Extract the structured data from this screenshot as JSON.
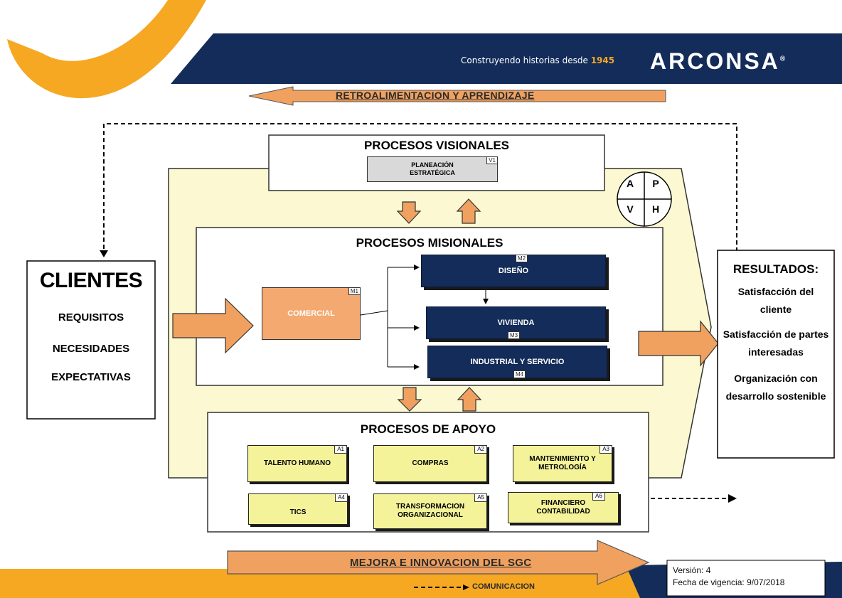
{
  "header": {
    "tagline": "Construyendo historias desde",
    "tagline_year": "1945",
    "logo_text": "ARCONSA",
    "logo_mark": "®",
    "brand_navy": "#132c59",
    "brand_orange": "#f6a823"
  },
  "feedback_arrow": "RETROALIMENTACION Y APRENDIZAJE",
  "improvement_arrow": "MEJORA E INNOVACION DEL SGC",
  "visionales": {
    "title": "PROCESOS VISIONALES",
    "items": [
      {
        "code": "V1",
        "label": "PLANEACIÓN ESTRATÉGICA"
      }
    ]
  },
  "phva": [
    "A",
    "P",
    "V",
    "H"
  ],
  "misionales": {
    "title": "PROCESOS MISIONALES",
    "comercial": {
      "code": "M1",
      "label": "COMERCIAL"
    },
    "diseno": {
      "code": "M2",
      "label": "DISEÑO"
    },
    "vivienda": {
      "code": "M3",
      "label": "VIVIENDA"
    },
    "industrial": {
      "code": "M4",
      "label": "INDUSTRIAL Y SERVICIO"
    }
  },
  "apoyo": {
    "title": "PROCESOS DE APOYO",
    "items": [
      {
        "code": "A1",
        "label": "TALENTO HUMANO"
      },
      {
        "code": "A2",
        "label": "COMPRAS"
      },
      {
        "code": "A3",
        "label": "MANTENIMIENTO Y METROLOGÍA"
      },
      {
        "code": "A4",
        "label": "TICS"
      },
      {
        "code": "A5",
        "label": "TRANSFORMACION ORGANIZACIONAL"
      },
      {
        "code": "A6",
        "label": "FINANCIERO CONTABILIDAD"
      }
    ]
  },
  "clientes": {
    "title": "CLIENTES",
    "lines": [
      "REQUISITOS",
      "NECESIDADES",
      "EXPECTATIVAS"
    ]
  },
  "resultados": {
    "title": "RESULTADOS:",
    "lines": [
      "Satisfacción del cliente",
      "Satisfacción de partes interesadas",
      "Organización con desarrollo sostenible"
    ]
  },
  "legend": {
    "label": "COMUNICACION"
  },
  "version": {
    "version": "Versión: 4",
    "date": "Fecha de vigencia: 9/07/2018"
  }
}
